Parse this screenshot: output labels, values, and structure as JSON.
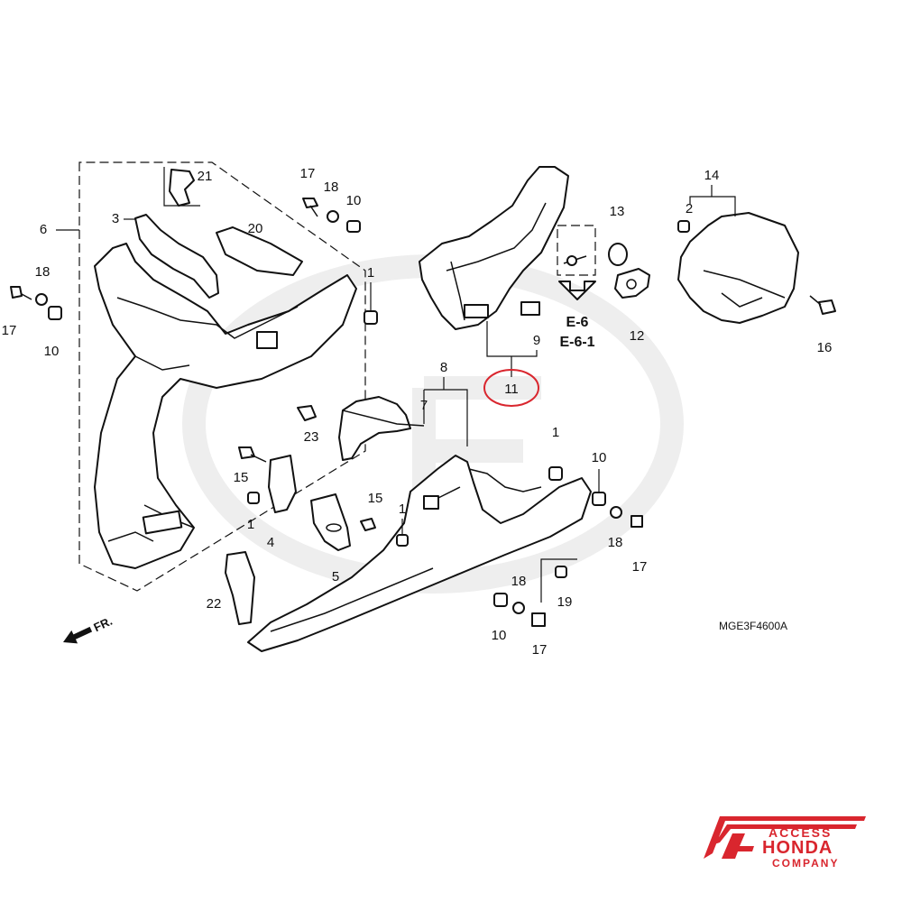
{
  "diagram": {
    "code": "MGE3F4600A",
    "front_label": "FR.",
    "refs": [
      "E-6",
      "E-6-1"
    ],
    "highlighted_part": "11",
    "highlight_color": "#d9262e",
    "watermark_color": "#eeeeee",
    "parts": [
      {
        "id": "p1a",
        "num": "1"
      },
      {
        "id": "p1b",
        "num": "1"
      },
      {
        "id": "p1c",
        "num": "1"
      },
      {
        "id": "p1d",
        "num": "1"
      },
      {
        "id": "p2",
        "num": "2"
      },
      {
        "id": "p3",
        "num": "3"
      },
      {
        "id": "p4",
        "num": "4"
      },
      {
        "id": "p5",
        "num": "5"
      },
      {
        "id": "p6",
        "num": "6"
      },
      {
        "id": "p7",
        "num": "7"
      },
      {
        "id": "p8",
        "num": "8"
      },
      {
        "id": "p9",
        "num": "9"
      },
      {
        "id": "p10a",
        "num": "10"
      },
      {
        "id": "p10b",
        "num": "10"
      },
      {
        "id": "p10c",
        "num": "10"
      },
      {
        "id": "p10d",
        "num": "10"
      },
      {
        "id": "p11",
        "num": "11"
      },
      {
        "id": "p12",
        "num": "12"
      },
      {
        "id": "p13",
        "num": "13"
      },
      {
        "id": "p14",
        "num": "14"
      },
      {
        "id": "p15a",
        "num": "15"
      },
      {
        "id": "p15b",
        "num": "15"
      },
      {
        "id": "p16",
        "num": "16"
      },
      {
        "id": "p17a",
        "num": "17"
      },
      {
        "id": "p17b",
        "num": "17"
      },
      {
        "id": "p17c",
        "num": "17"
      },
      {
        "id": "p17d",
        "num": "17"
      },
      {
        "id": "p18a",
        "num": "18"
      },
      {
        "id": "p18b",
        "num": "18"
      },
      {
        "id": "p18c",
        "num": "18"
      },
      {
        "id": "p18d",
        "num": "18"
      },
      {
        "id": "p19",
        "num": "19"
      },
      {
        "id": "p20",
        "num": "20"
      },
      {
        "id": "p21",
        "num": "21"
      },
      {
        "id": "p22",
        "num": "22"
      },
      {
        "id": "p23",
        "num": "23"
      }
    ]
  },
  "logo": {
    "line1": "ACCESS",
    "line2": "HONDA",
    "line3": "COMPANY",
    "color": "#d9262e"
  }
}
